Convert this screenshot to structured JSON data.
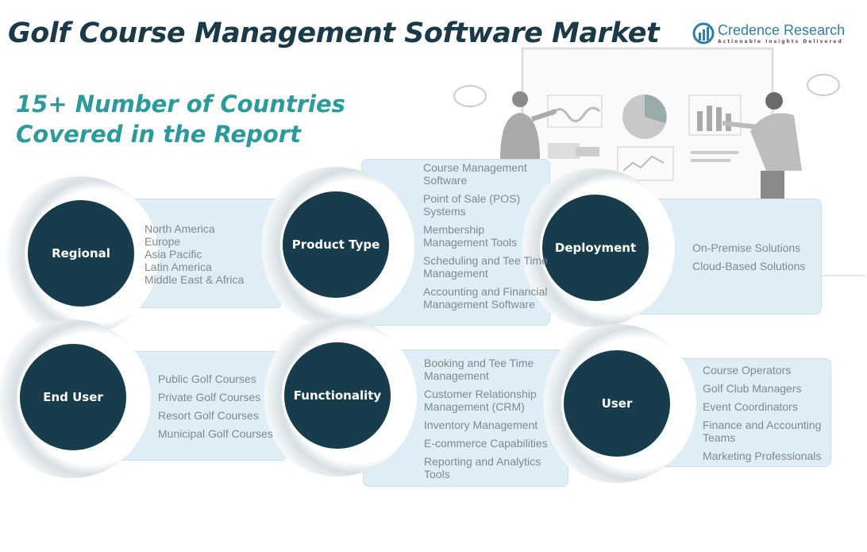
{
  "title": "Golf Course Management Software Market",
  "logo": {
    "name": "Credence Research",
    "tagline": "Actionable Insights Delivered"
  },
  "subtitle": {
    "line1": "15+ Number of Countries",
    "line2": "Covered in the Report"
  },
  "segments": {
    "regional": {
      "label": "Regional",
      "items": [
        "North America",
        "Europe",
        "Asia Pacific",
        "Latin America",
        "Middle East & Africa"
      ]
    },
    "product_type": {
      "label": "Product Type",
      "items": [
        "Course Management Software",
        "Point of Sale (POS) Systems",
        "Membership Management Tools",
        "Scheduling and Tee Time Management",
        "Accounting and Financial Management Software"
      ]
    },
    "deployment": {
      "label": "Deployment",
      "items": [
        "On-Premise Solutions",
        "Cloud-Based Solutions"
      ]
    },
    "end_user": {
      "label": "End User",
      "items": [
        "Public Golf Courses",
        "Private Golf Courses",
        "Resort Golf Courses",
        "Municipal Golf Courses"
      ]
    },
    "functionality": {
      "label": "Functionality",
      "items": [
        "Booking and Tee Time Management",
        "Customer Relationship Management (CRM)",
        "Inventory Management",
        "E-commerce Capabilities",
        "Reporting and Analytics Tools"
      ]
    },
    "user": {
      "label": "User",
      "items": [
        "Course Operators",
        "Golf Club Managers",
        "Event Coordinators",
        "Finance and Accounting Teams",
        "Marketing Professionals"
      ]
    }
  }
}
